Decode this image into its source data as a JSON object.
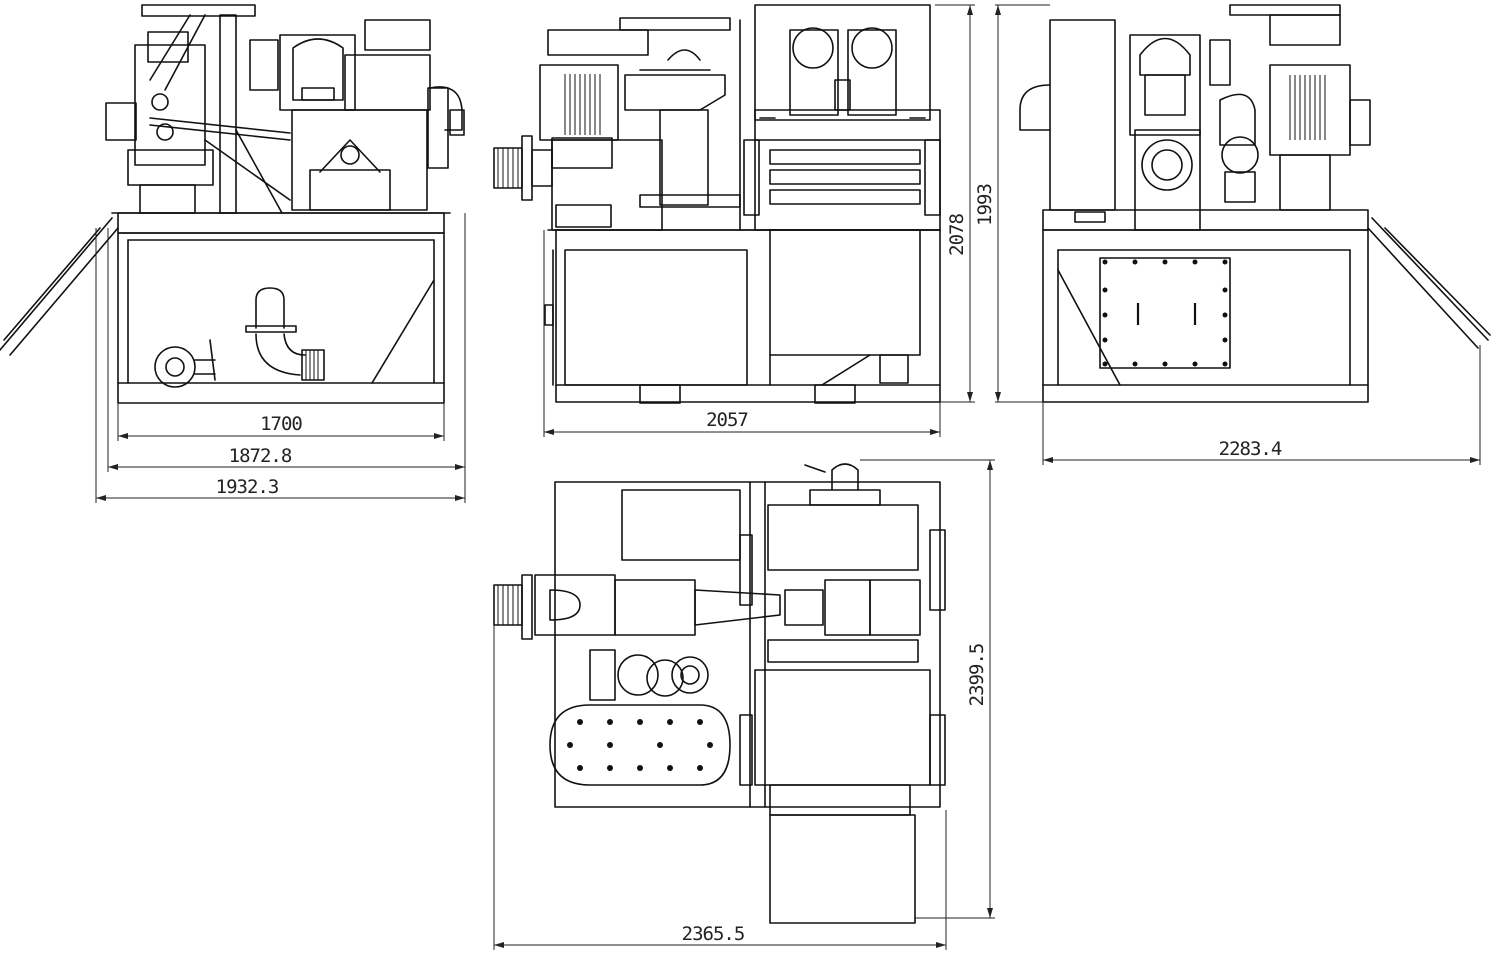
{
  "title": "",
  "views": {
    "left": {
      "name": "side-view-left",
      "dims": {
        "w1": "1700",
        "w2": "1872.8",
        "w3": "1932.3"
      }
    },
    "front": {
      "name": "front-view",
      "dims": {
        "width": "2057",
        "height_total": "2078",
        "height_frame": "1993"
      }
    },
    "right": {
      "name": "side-view-right",
      "dims": {
        "width": "2283.4"
      }
    },
    "top": {
      "name": "top-view",
      "dims": {
        "width": "2365.5",
        "length": "2399.5"
      }
    }
  },
  "colors": {
    "line": "#111111",
    "background": "#ffffff"
  }
}
